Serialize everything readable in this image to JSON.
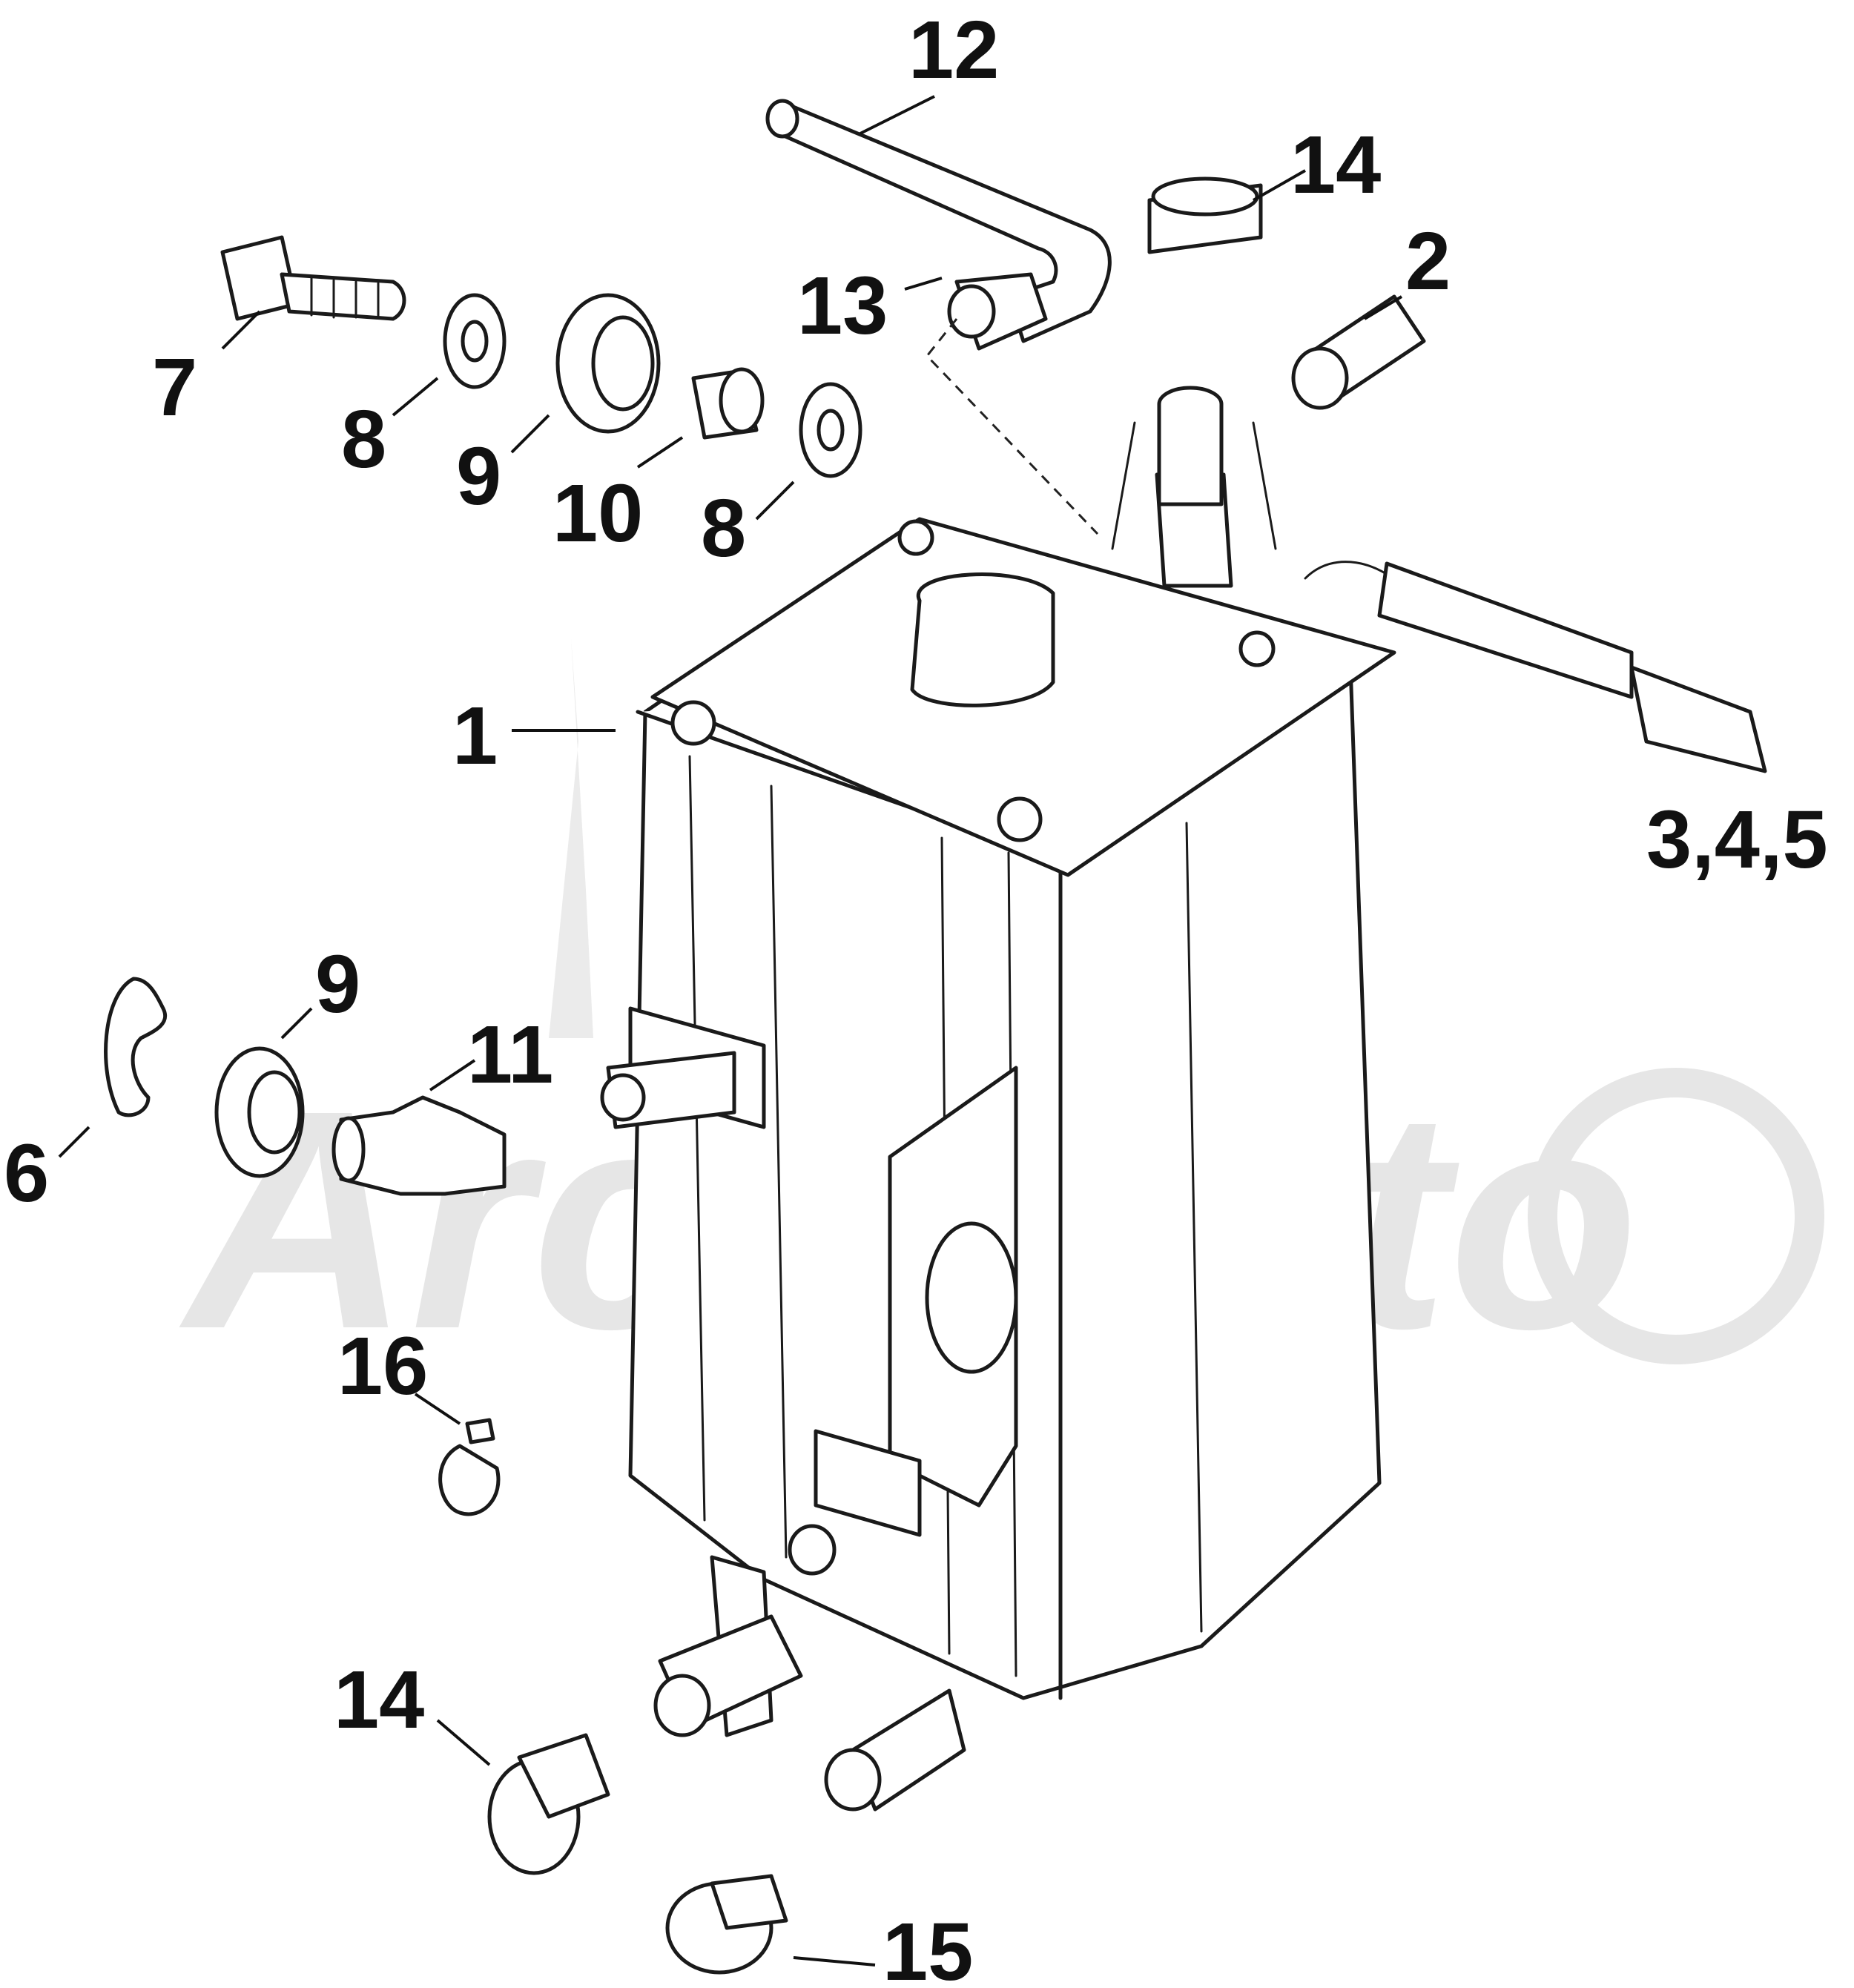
{
  "callouts": {
    "c1": "1",
    "c2": "2",
    "c345": "3,4,5",
    "c6": "6",
    "c7": "7",
    "c8a": "8",
    "c8b": "8",
    "c9a": "9",
    "c9b": "9",
    "c10": "10",
    "c11": "11",
    "c12": "12",
    "c13": "13",
    "c14a": "14",
    "c14b": "14",
    "c15": "15",
    "c16": "16"
  },
  "watermark": {
    "text": "ArchMoto"
  },
  "colors": {
    "line": "#1a1a1a",
    "watermark": "#e6e6e6",
    "background": "#ffffff"
  }
}
